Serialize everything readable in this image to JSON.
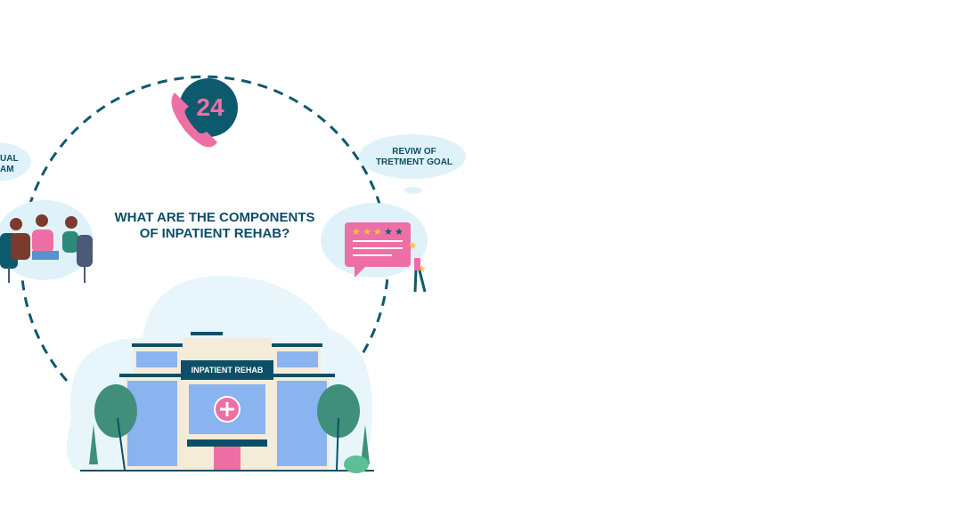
{
  "colors": {
    "teal": "#0d5a6e",
    "pink": "#ee6fa5",
    "sky": "#dff2f9",
    "green": "#3f8f7a",
    "star": "#f5c343"
  },
  "badge": {
    "number": "24"
  },
  "bubble_left": {
    "line1": "UAL",
    "line2": "AM"
  },
  "bubble_right": {
    "line1": "REVIW OF",
    "line2": "TRETMENT GOAL"
  },
  "title": {
    "line1": "WHAT ARE THE COMPONENTS",
    "line2": "OF INPATIENT REHAB?"
  },
  "hospital": {
    "sign": "INPATIENT REHAB"
  },
  "review_card": {
    "stars_filled": 3,
    "stars_total": 5
  }
}
